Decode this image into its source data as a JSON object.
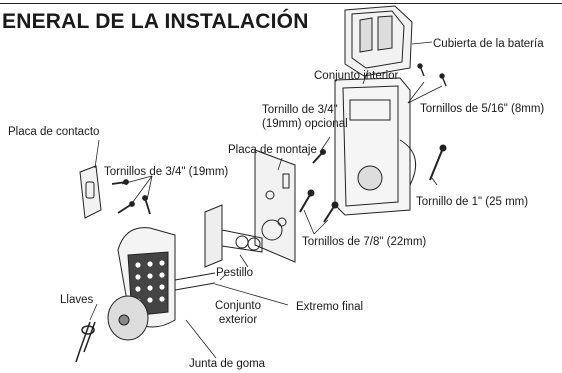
{
  "header": {
    "title": "ENERAL DE LA INSTALACIÓN"
  },
  "labels": {
    "battery_cover": "Cubierta de la batería",
    "interior_assembly": "Conjunto interior",
    "screw_3_4_optional_line1": "Tornillo de 3/4\"",
    "screw_3_4_optional_line2": "(19mm) opcional",
    "screws_5_16": "Tornillos de 5/16\" (8mm)",
    "strike_plate": "Placa de contacto",
    "mounting_plate": "Placa de montaje",
    "screws_3_4": "Tornillos de 3/4\" (19mm)",
    "screw_1": "Tornillo de 1\" (25 mm)",
    "screws_7_8": "Tornillos de 7/8\" (22mm)",
    "latch": "Pestillo",
    "keys": "Llaves",
    "exterior_assembly_line1": "Conjunto",
    "exterior_assembly_line2": "exterior",
    "end_piece": "Extremo final",
    "rubber_gasket": "Junta de goma"
  }
}
